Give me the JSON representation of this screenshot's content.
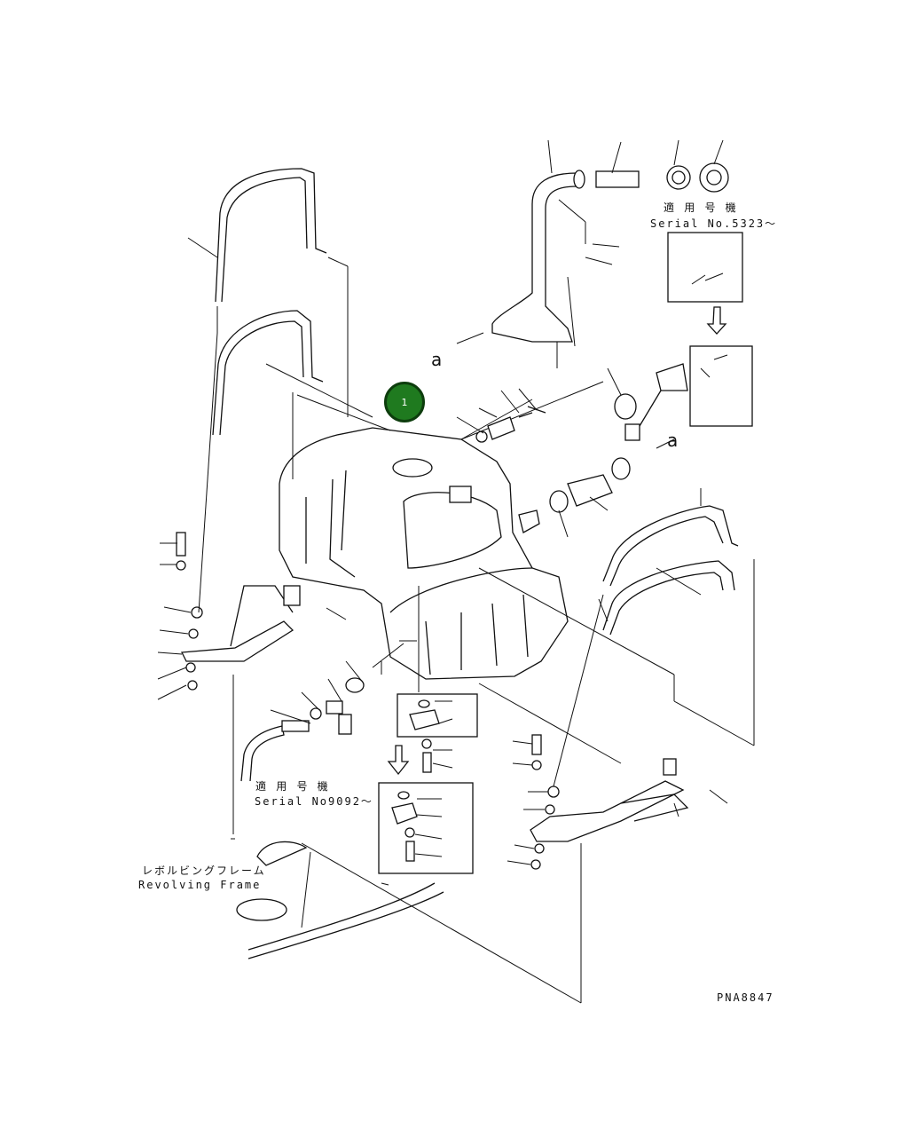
{
  "diagram": {
    "reference_marker": {
      "label": "1",
      "color": "#1f7a1f"
    },
    "callout_a_top": "a",
    "callout_a_right": "a",
    "serial_top": {
      "jp": "適 用 号 機",
      "en": "Serial No.5323～"
    },
    "serial_bottom": {
      "jp": "適 用 号 機",
      "en": "Serial No9092～"
    },
    "frame_label": {
      "jp": "レボルビングフレーム",
      "en": "Revolving Frame"
    },
    "drawing_code": "PNA8847"
  }
}
